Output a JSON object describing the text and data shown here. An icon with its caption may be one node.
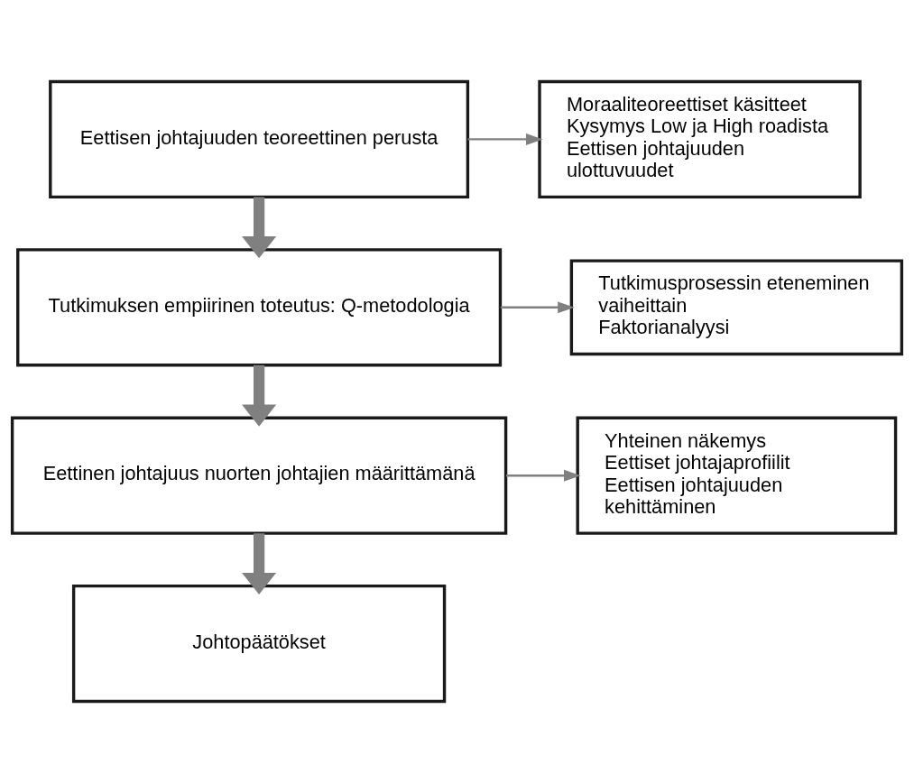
{
  "diagram": {
    "nodes": [
      {
        "text": [
          "Eettisen johtajuuden teoreettinen perusta"
        ]
      },
      {
        "text": [
          "Moraaliteoreettiset käsitteet",
          "Kysymys Low ja High roadista",
          "Eettisen johtajuuden ulottuvuudet"
        ]
      },
      {
        "text": [
          "Tutkimuksen empiirinen toteutus: Q-metodologia"
        ]
      },
      {
        "text": [
          "Tutkimusprosessin eteneminen vaiheittain",
          "Faktorianalyysi"
        ]
      },
      {
        "text": [
          "Eettinen johtajuus nuorten johtajien määrittämänä"
        ]
      },
      {
        "text": [
          "Yhteinen näkemys",
          "Eettiset johtajaprofiilit",
          "Eettisen johtajuuden kehittäminen"
        ]
      },
      {
        "text": [
          "Johtopäätökset"
        ]
      }
    ],
    "edges": [
      {
        "from": 0,
        "to": 1,
        "arrow": "to"
      },
      {
        "from": 0,
        "to": 2,
        "arrow": "to",
        "style": "thick"
      },
      {
        "from": 2,
        "to": 3,
        "arrow": "to"
      },
      {
        "from": 2,
        "to": 4,
        "arrow": "to",
        "style": "thick"
      },
      {
        "from": 4,
        "to": 5,
        "arrow": "to"
      },
      {
        "from": 4,
        "to": 6,
        "arrow": "to",
        "style": "thick"
      }
    ]
  }
}
